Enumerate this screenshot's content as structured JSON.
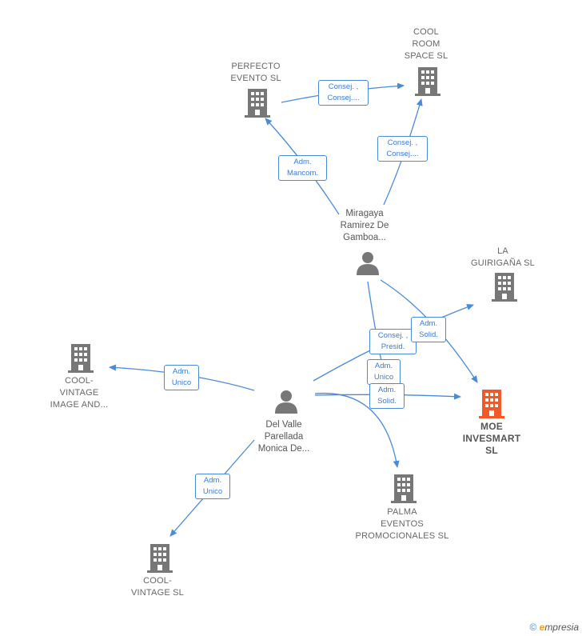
{
  "colors": {
    "edge": "#4a8ad9",
    "company_icon": "#777777",
    "main_company_icon": "#f05a28",
    "person_icon": "#777777"
  },
  "companies": {
    "cool_room": {
      "lines": [
        "COOL",
        "ROOM",
        "SPACE SL"
      ],
      "icon": "building-icon"
    },
    "perfecto": {
      "lines": [
        "PERFECTO",
        "EVENTO SL"
      ],
      "icon": "building-icon"
    },
    "la_guiriga": {
      "lines": [
        "LA",
        "GUIRIGAÑA SL"
      ],
      "icon": "building-icon"
    },
    "cool_vintage_image": {
      "lines": [
        "COOL-",
        "VINTAGE",
        "IMAGE AND..."
      ],
      "icon": "building-icon"
    },
    "moe": {
      "lines": [
        "MOE",
        "INVESMART",
        "SL"
      ],
      "icon": "building-icon"
    },
    "palma": {
      "lines": [
        "PALMA",
        "EVENTOS",
        "PROMOCIONALES SL"
      ],
      "icon": "building-icon"
    },
    "cool_vintage_sl": {
      "lines": [
        "COOL-",
        "VINTAGE SL"
      ],
      "icon": "building-icon"
    }
  },
  "persons": {
    "miragaya": {
      "lines": [
        "Miragaya",
        "Ramirez De",
        "Gamboa..."
      ],
      "icon": "person-icon"
    },
    "delvalle": {
      "lines": [
        "Del Valle",
        "Parellada",
        "Monica De..."
      ],
      "icon": "person-icon"
    }
  },
  "edge_labels": {
    "perfecto_coolroom": [
      "Consej. ,",
      "Consej...."
    ],
    "miragaya_coolroom": [
      "Consej. ,",
      "Consej...."
    ],
    "miragaya_perfecto": [
      "Adm.",
      "Mancom."
    ],
    "miragaya_moe": [
      "Adm.",
      "Solid."
    ],
    "delvalle_laguiriga": [
      "Consej. ,",
      "Presid."
    ],
    "delvalle_palma": [
      "Adm.",
      "Unico"
    ],
    "delvalle_moe": [
      "Adm.",
      "Solid."
    ],
    "delvalle_coolvintageimage": [
      "Adm.",
      "Unico"
    ],
    "delvalle_coolvintagesl": [
      "Adm.",
      "Unico"
    ]
  },
  "brand": {
    "copyright": "©",
    "e": "e",
    "rest": "mpresia"
  }
}
